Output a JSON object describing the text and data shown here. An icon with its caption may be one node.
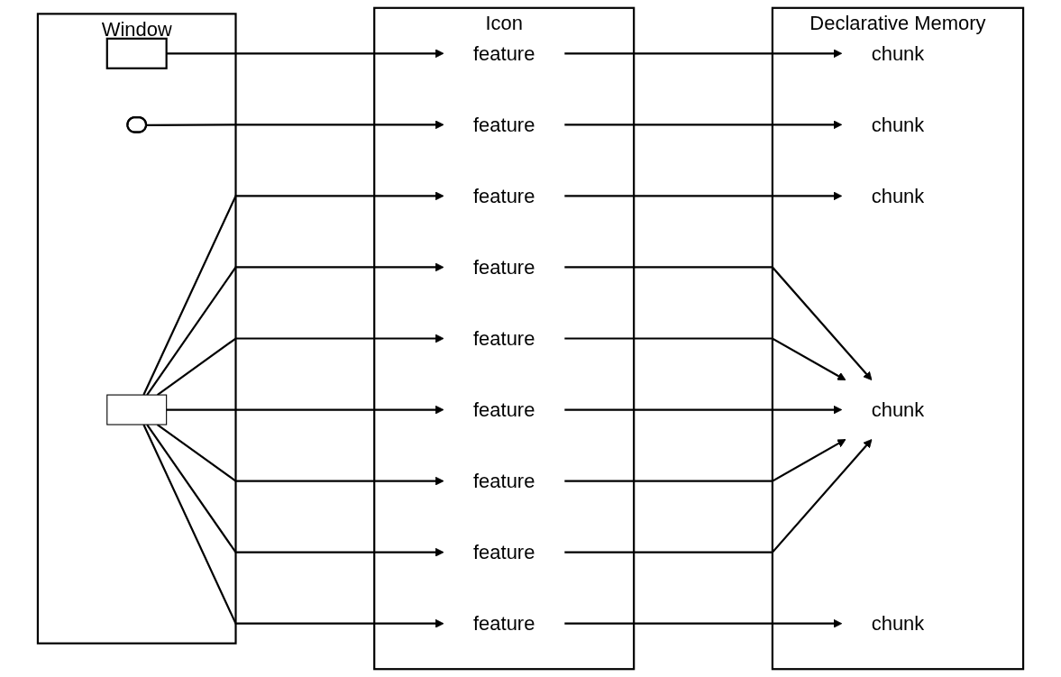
{
  "diagram": {
    "nodes": [
      {
        "text": [
          "Window"
        ]
      },
      {
        "text": [],
        "shape": "box",
        "in": 0
      },
      {
        "text": [],
        "shape": "ellipse",
        "in": 0
      },
      {
        "text": [],
        "shape": "picture",
        "in": 0
      },
      {
        "text": [
          "Icon"
        ]
      },
      {
        "text": [
          "feature"
        ],
        "in": 4
      },
      {
        "text": [
          "feature"
        ],
        "in": 4
      },
      {
        "text": [
          "feature"
        ],
        "in": 4
      },
      {
        "text": [
          "feature"
        ],
        "in": 4
      },
      {
        "text": [
          "feature"
        ],
        "in": 4
      },
      {
        "text": [
          "feature"
        ],
        "in": 4
      },
      {
        "text": [
          "feature"
        ],
        "in": 4
      },
      {
        "text": [
          "feature"
        ],
        "in": 4
      },
      {
        "text": [
          "feature"
        ],
        "in": 4
      },
      {
        "text": [
          "Declarative Memory"
        ]
      },
      {
        "text": [
          "chunk"
        ],
        "in": 14
      },
      {
        "text": [
          "chunk"
        ],
        "in": 14
      },
      {
        "text": [
          "chunk"
        ],
        "in": 14
      },
      {
        "text": [
          "chunk"
        ],
        "in": 14
      },
      {
        "text": [
          "chunk"
        ],
        "in": 14
      }
    ],
    "edges": [
      {
        "from": 1,
        "to": 5,
        "arrow": "to"
      },
      {
        "from": 2,
        "to": 6,
        "arrow": "to"
      },
      {
        "from": 3,
        "to": 7,
        "arrow": "to"
      },
      {
        "from": 3,
        "to": 8,
        "arrow": "to"
      },
      {
        "from": 3,
        "to": 9,
        "arrow": "to"
      },
      {
        "from": 3,
        "to": 10,
        "arrow": "to"
      },
      {
        "from": 3,
        "to": 11,
        "arrow": "to"
      },
      {
        "from": 3,
        "to": 12,
        "arrow": "to"
      },
      {
        "from": 3,
        "to": 13,
        "arrow": "to"
      },
      {
        "from": 5,
        "to": 15,
        "arrow": "to"
      },
      {
        "from": 6,
        "to": 16,
        "arrow": "to"
      },
      {
        "from": 7,
        "to": 17,
        "arrow": "to"
      },
      {
        "from": 8,
        "to": 18,
        "arrow": "to"
      },
      {
        "from": 9,
        "to": 18,
        "arrow": "to"
      },
      {
        "from": 10,
        "to": 18,
        "arrow": "to"
      },
      {
        "from": 11,
        "to": 18,
        "arrow": "to"
      },
      {
        "from": 12,
        "to": 18,
        "arrow": "to"
      },
      {
        "from": 13,
        "to": 19,
        "arrow": "to"
      }
    ]
  }
}
